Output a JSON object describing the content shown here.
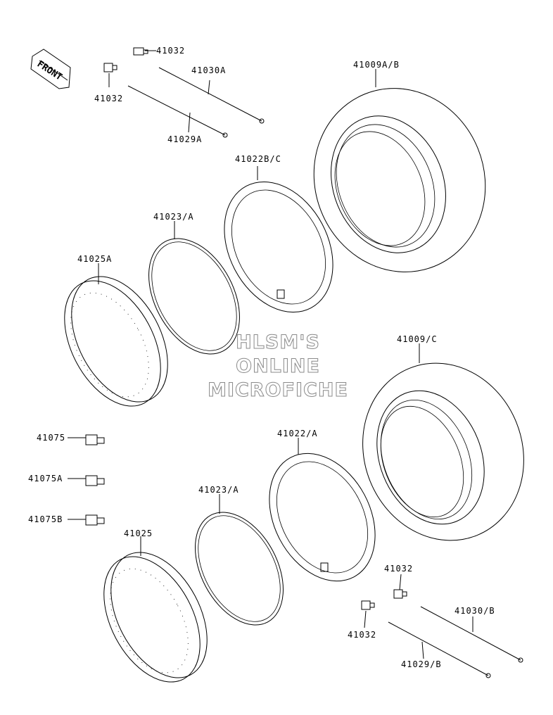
{
  "badge": {
    "text": "FRONT",
    "icon": "front-arrow-icon"
  },
  "watermark": {
    "line1": "HLSM'S",
    "line2": "ONLINE",
    "line3": "MICROFICHE",
    "color": "#8a8a8a"
  },
  "parts": {
    "valve_top_a": "41032",
    "valve_top_b": "41032",
    "spoke_top_a": "41030A",
    "spoke_top_b": "41029A",
    "tire_front": "41009A/B",
    "tube_front": "41022B/C",
    "rimband_front": "41023/A",
    "rim_front": "41025A",
    "tire_rear": "41009/C",
    "tube_rear": "41022/A",
    "rimband_rear": "41023/A",
    "rim_rear": "41025",
    "nipple_a": "41075",
    "nipple_b": "41075A",
    "nipple_c": "41075B",
    "valve_bot_a": "41032",
    "valve_bot_b": "41032",
    "spoke_bot_a": "41030/B",
    "spoke_bot_b": "41029/B"
  }
}
